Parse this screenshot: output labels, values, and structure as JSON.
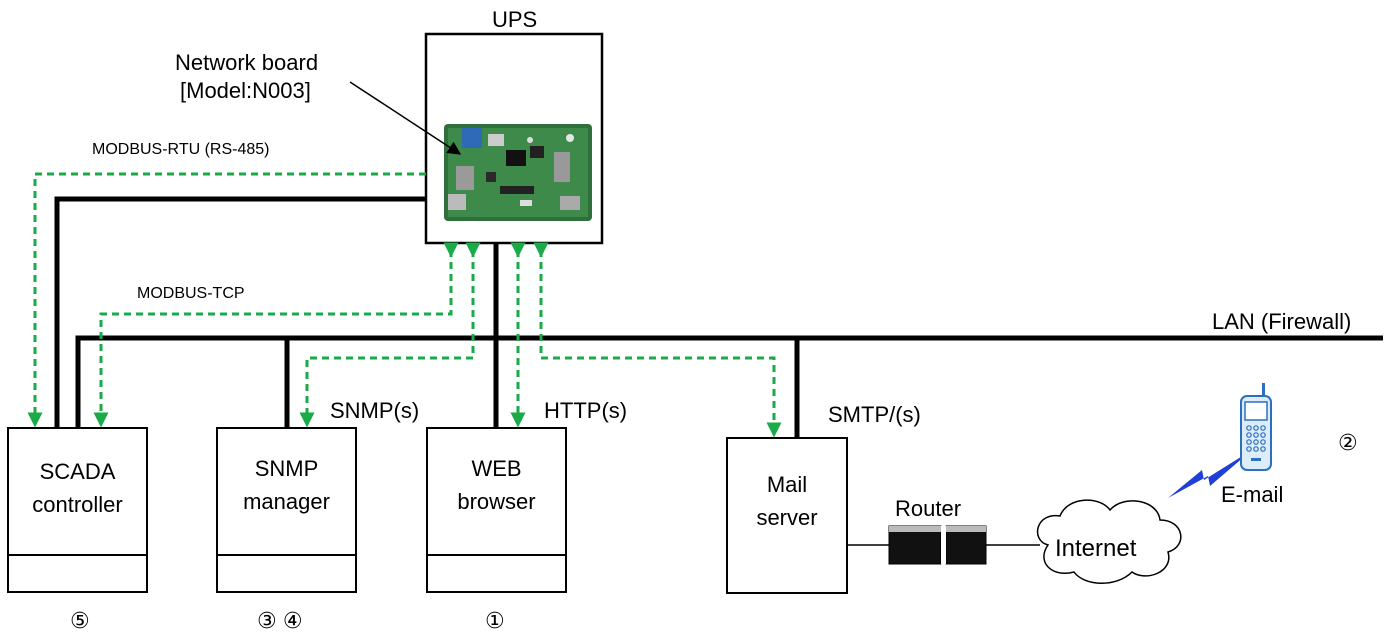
{
  "ups": {
    "title": "UPS"
  },
  "network_board": {
    "label": "Network board",
    "model": "[Model:N003]"
  },
  "protocols": {
    "modbus_rtu": "MODBUS-RTU (RS-485)",
    "modbus_tcp": "MODBUS-TCP",
    "snmp": "SNMP(s)",
    "http": "HTTP(s)",
    "smtp": "SMTP/(s)"
  },
  "lan": {
    "label": "LAN (Firewall)"
  },
  "devices": {
    "scada": {
      "line1": "SCADA",
      "line2": "controller",
      "marker": "⑤"
    },
    "snmp_manager": {
      "line1": "SNMP",
      "line2": "manager",
      "marker": "③ ④"
    },
    "web_browser": {
      "line1": "WEB",
      "line2": "browser",
      "marker": "①"
    },
    "mail_server": {
      "line1": "Mail",
      "line2": "server"
    },
    "router": {
      "label": "Router"
    },
    "internet": {
      "label": "Internet"
    },
    "phone": {
      "label": "E-mail",
      "marker": "②"
    }
  },
  "colors": {
    "line": "#000000",
    "dashed": "#1aaa47",
    "lightning": "#1f3fd6",
    "phone": "#2a6fc0"
  }
}
